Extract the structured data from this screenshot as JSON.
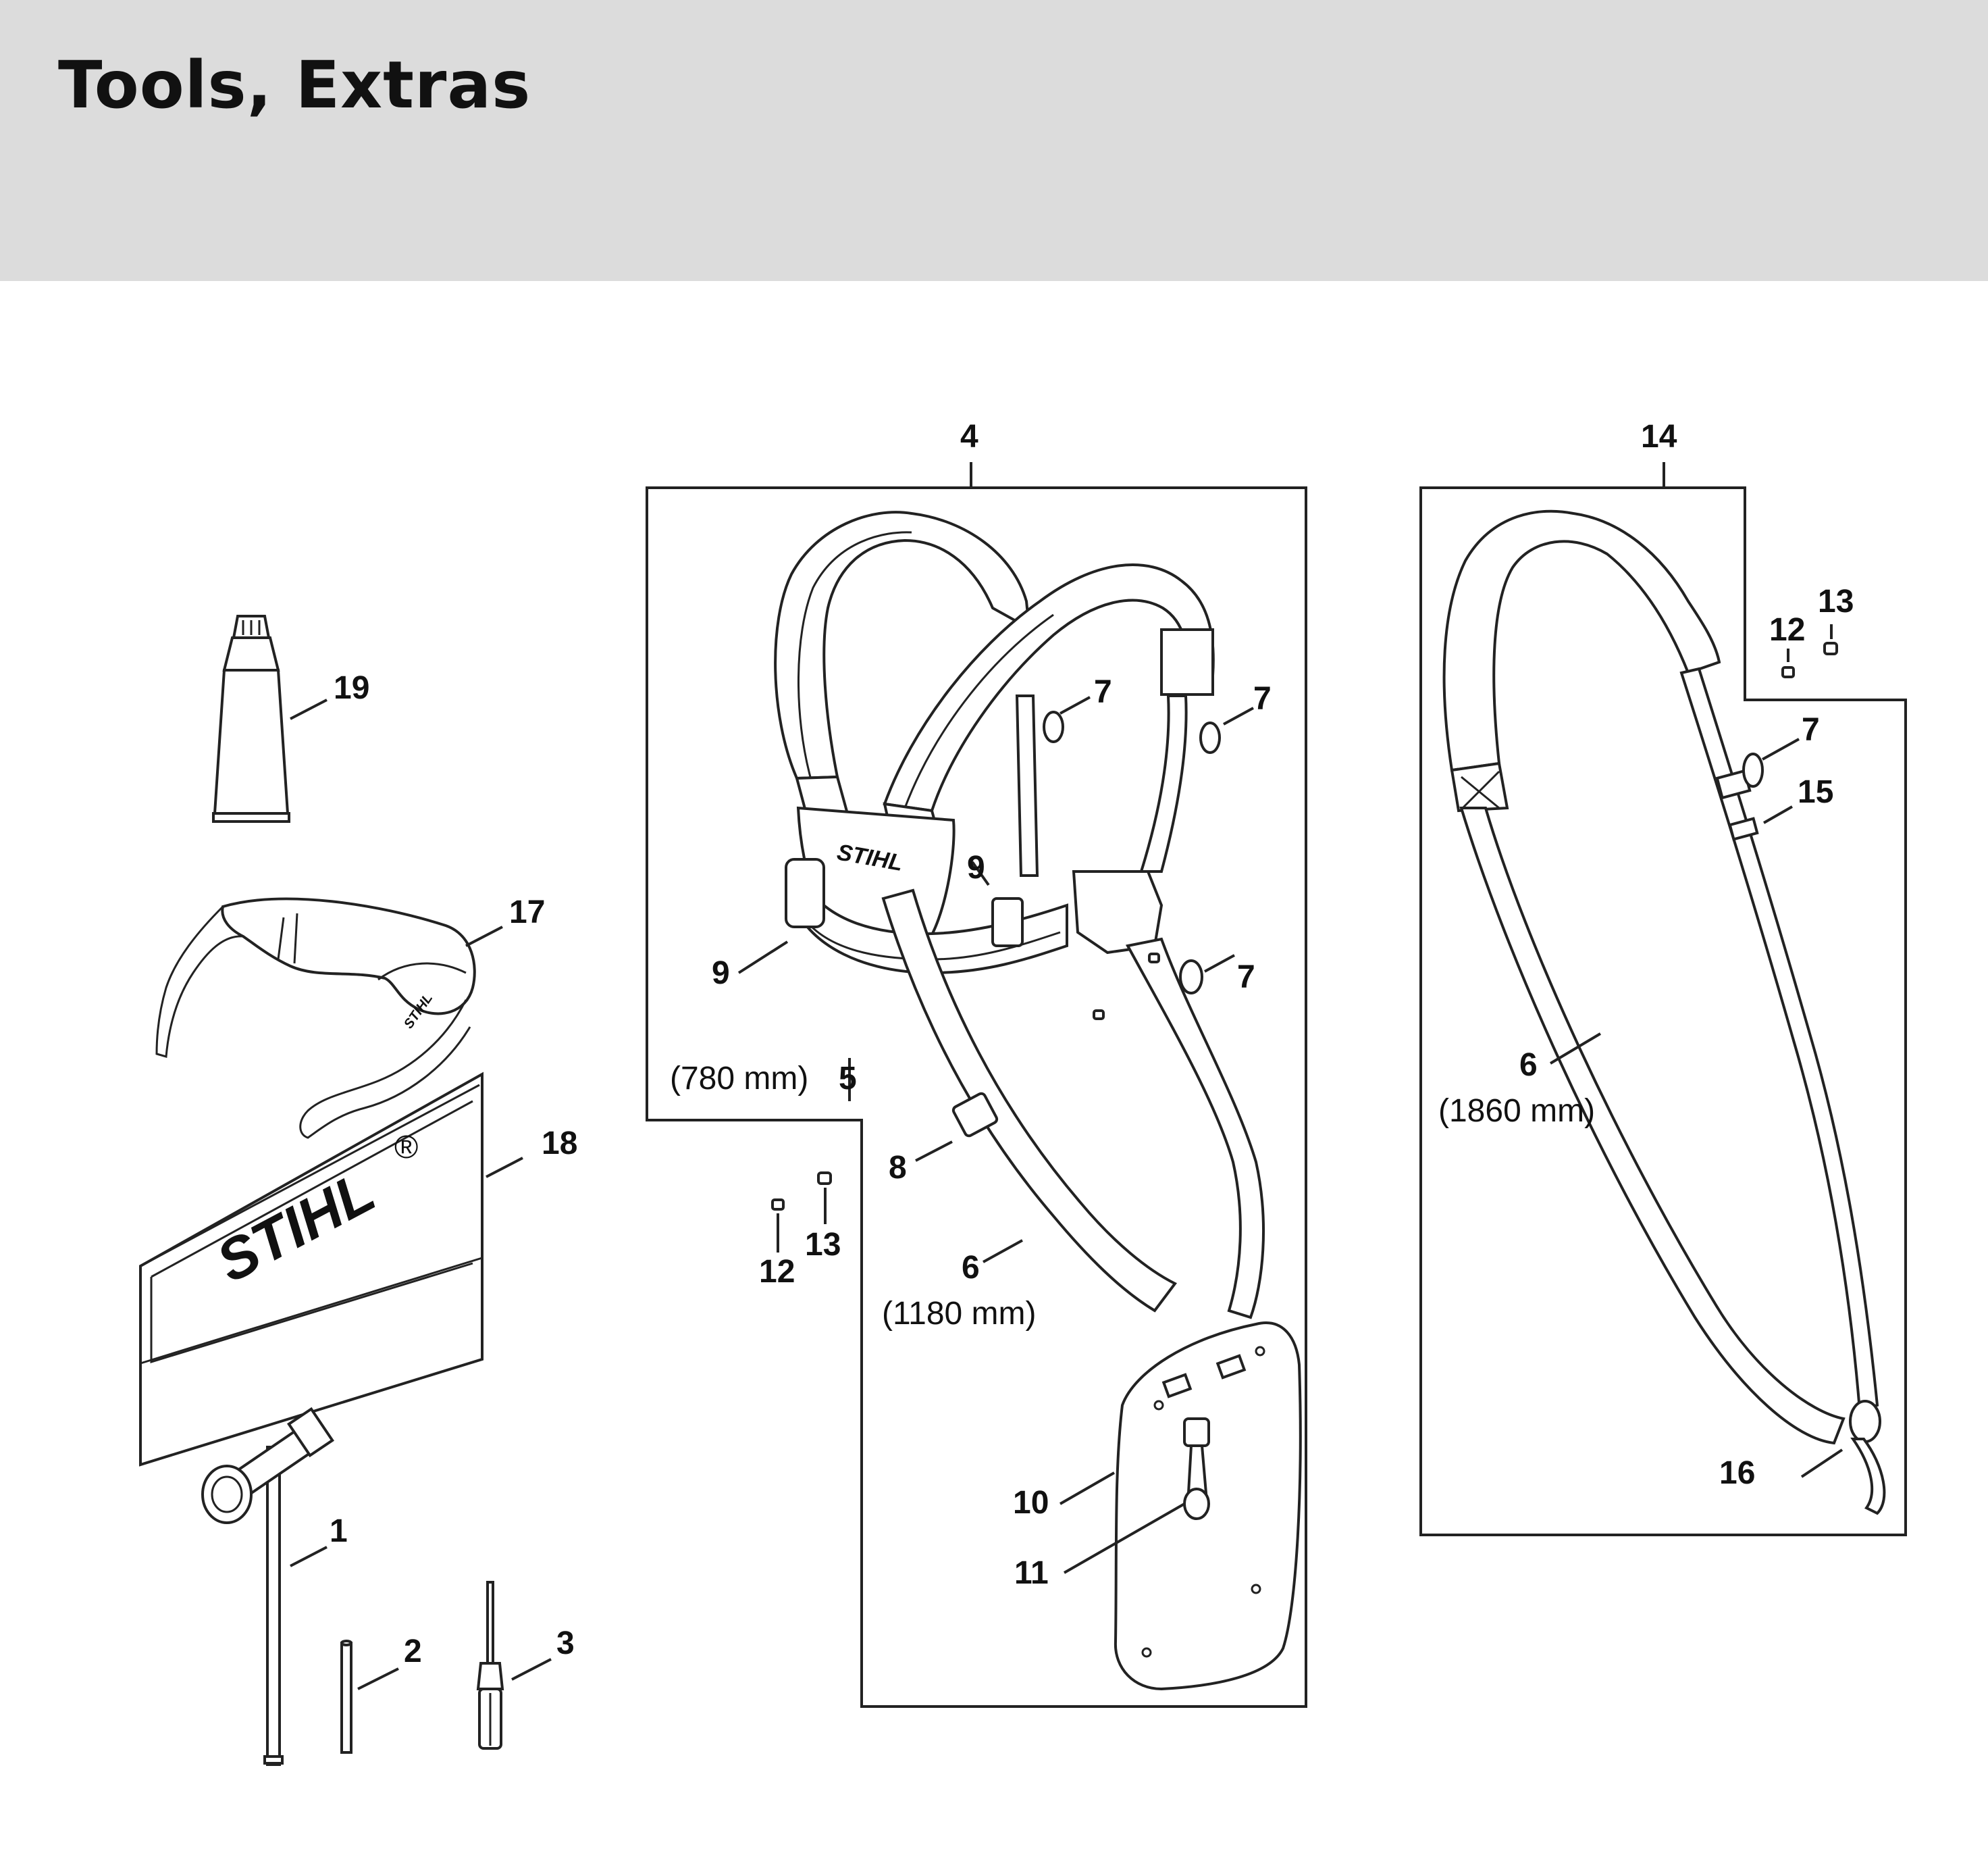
{
  "page": {
    "title": "Tools, Extras"
  },
  "callouts": {
    "c1": "1",
    "c2": "2",
    "c3": "3",
    "c4": "4",
    "c5": "5",
    "c6a": "6",
    "c6b": "6",
    "c7a": "7",
    "c7b": "7",
    "c7c": "7",
    "c7d": "7",
    "c8": "8",
    "c9a": "9",
    "c9b": "9",
    "c10": "10",
    "c11": "11",
    "c12a": "12",
    "c12b": "12",
    "c13a": "13",
    "c13b": "13",
    "c14": "14",
    "c15": "15",
    "c16": "16",
    "c17": "17",
    "c18": "18",
    "c19": "19"
  },
  "notes": {
    "n5": "(780 mm)",
    "n6a": "(1180 mm)",
    "n6b": "(1860 mm)"
  },
  "logos": {
    "harness": "STIHL",
    "pouch": "STIHL",
    "glasses": "STIHL",
    "registered": "®"
  }
}
